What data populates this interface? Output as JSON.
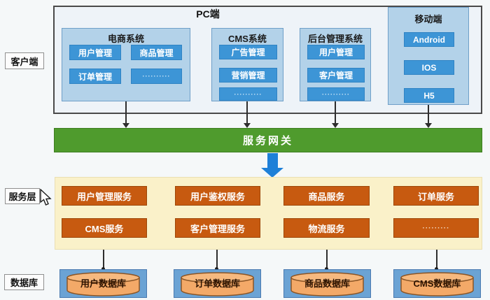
{
  "labels": {
    "client": "客户端",
    "service_layer": "服务层",
    "database": "数据库"
  },
  "client_section": {
    "title": "PC端",
    "systems": [
      {
        "title": "电商系统",
        "buttons": [
          "用户管理",
          "商品管理",
          "订单管理",
          "··········"
        ]
      },
      {
        "title": "CMS系统",
        "buttons": [
          "广告管理",
          "营销管理",
          "··········"
        ]
      },
      {
        "title": "后台管理系统",
        "buttons": [
          "用户管理",
          "客户管理",
          "··········"
        ]
      },
      {
        "title": "移动端",
        "buttons": [
          "Android",
          "IOS",
          "H5"
        ]
      }
    ]
  },
  "gateway": {
    "label": "服务网关"
  },
  "services": {
    "rows": [
      [
        "用户管理服务",
        "用户鉴权服务",
        "商品服务",
        "订单服务"
      ],
      [
        "CMS服务",
        "客户管理服务",
        "物流服务",
        "·········"
      ]
    ]
  },
  "databases": [
    "用户数据库",
    "订单数据库",
    "商品数据库",
    "CMS数据库"
  ],
  "colors": {
    "panel_blue": "#b3d2e9",
    "button_blue": "#3d95d6",
    "gateway_green": "#4f9b2d",
    "arrow_blue": "#1e80d8",
    "service_orange": "#c75a10",
    "service_bg_cream": "#faf1c9",
    "db_rect_blue": "#6ba3d4",
    "cylinder_orange": "#f3a968"
  }
}
